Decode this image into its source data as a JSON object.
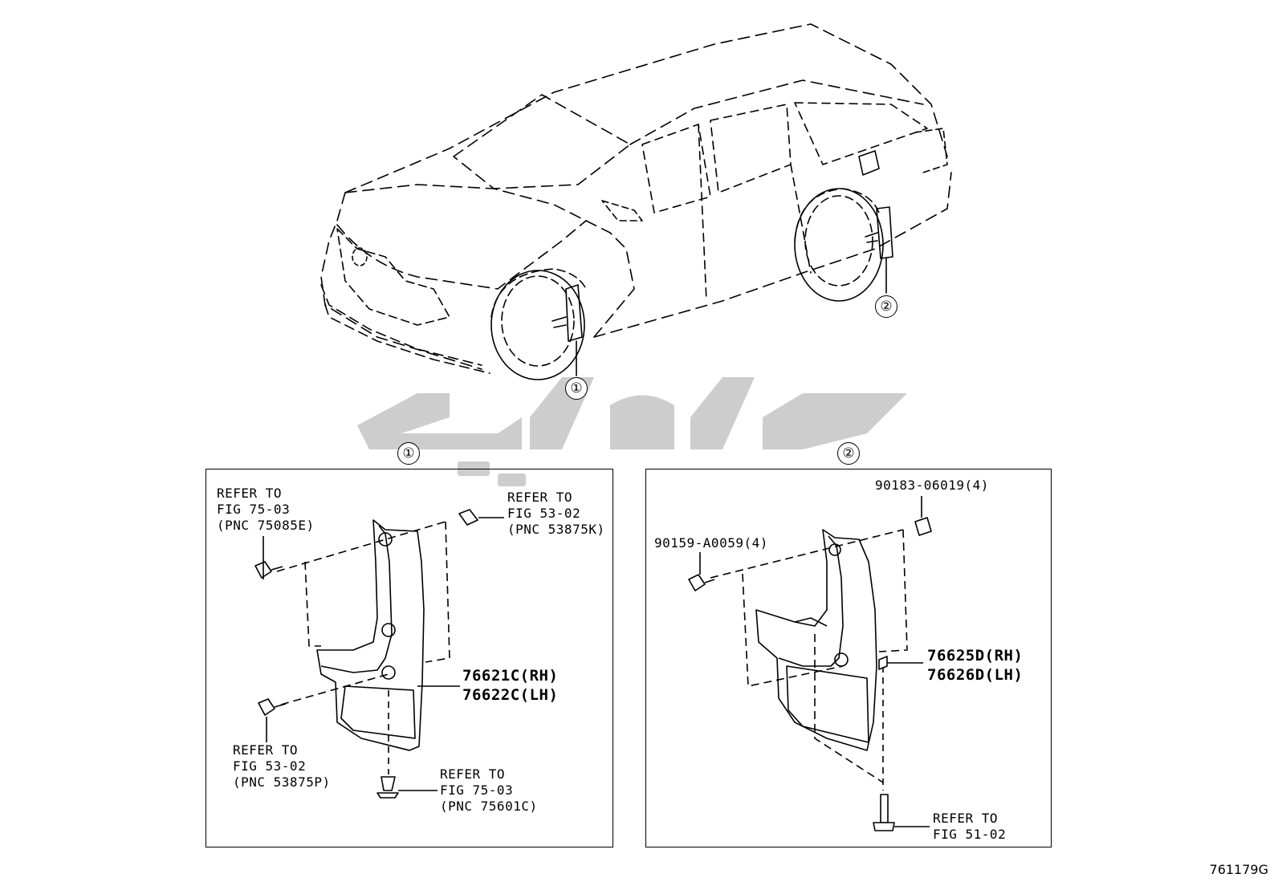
{
  "figure_id": "761179G",
  "watermark": "تویوتا",
  "car_callouts": [
    "①",
    "②"
  ],
  "panels": {
    "left": {
      "callout": "①",
      "refs": [
        "REFER TO\nFIG 75-03\n(PNC 75085E)",
        "REFER TO\nFIG 53-02\n(PNC 53875K)",
        "REFER TO\nFIG 53-02\n(PNC 53875P)",
        "REFER TO\nFIG 75-03\n(PNC 75601C)"
      ],
      "part_numbers": "76621C(RH)\n76622C(LH)"
    },
    "right": {
      "callout": "②",
      "refs": [
        "REFER TO\nFIG 51-02"
      ],
      "bolt": "90159-A0059(4)",
      "nut": "90183-06019(4)",
      "part_numbers": "76625D(RH)\n76626D(LH)"
    }
  }
}
